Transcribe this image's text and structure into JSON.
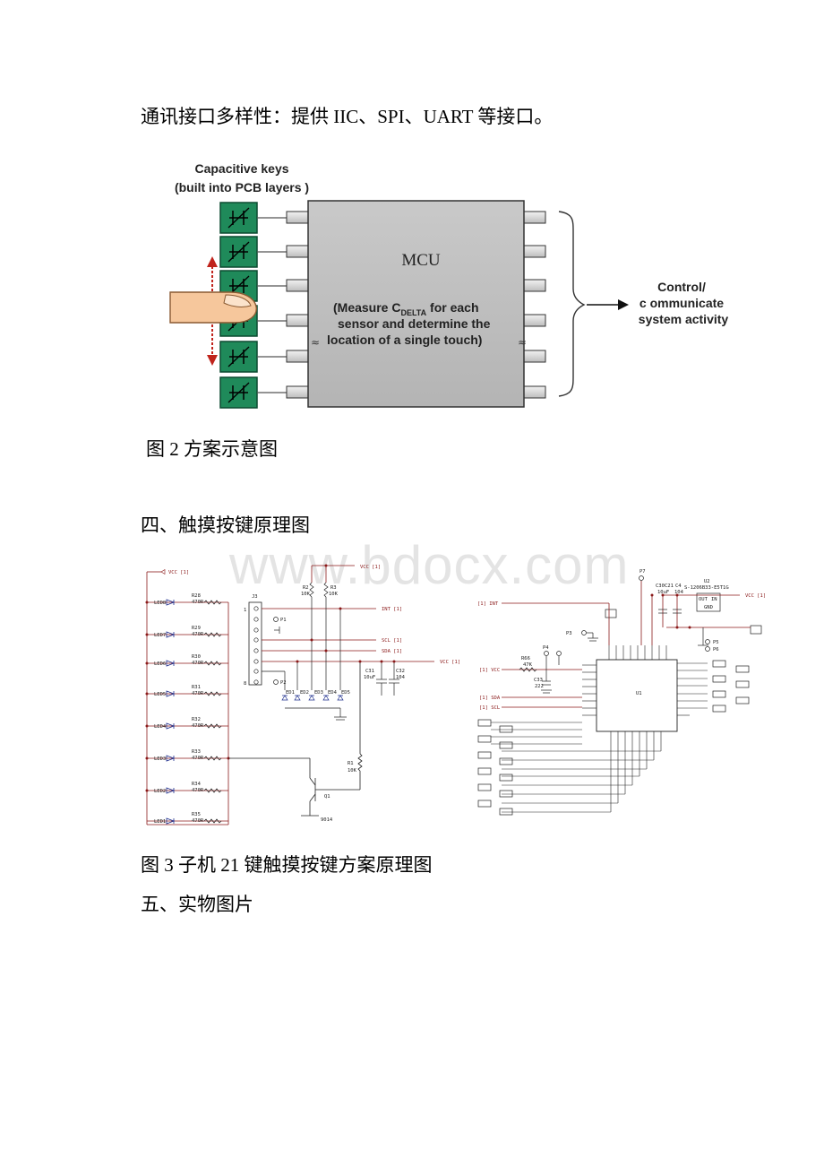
{
  "intro_line": "通讯接口多样性：提供 IIC、SPI、UART 等接口。",
  "figure2": {
    "caption": "图 2 方案示意图",
    "keys_title_line1": "Capacitive keys",
    "keys_title_line2": "(built into PCB layers )",
    "mcu_label": "MCU",
    "mcu_desc_line1_a": "(Measure C",
    "mcu_desc_sub": "DELTA",
    "mcu_desc_line1_b": " for each",
    "mcu_desc_line2": "sensor and determine the",
    "mcu_desc_line3": "location of a single touch)",
    "output_line1": "Control/",
    "output_line2": "c ommunicate",
    "output_line3": "system activity"
  },
  "section4_heading": "四、触摸按键原理图",
  "watermark": "www.bdocx.com",
  "schematic": {
    "vcc": "VCC [1]",
    "leds": [
      "LED8",
      "LED7",
      "LED6",
      "LED5",
      "LED4",
      "LED3",
      "LED2",
      "LED1"
    ],
    "resistors": [
      "R28",
      "R29",
      "R30",
      "R31",
      "R32",
      "R33",
      "R34",
      "R35"
    ],
    "res_value": "470R",
    "connector": "J3",
    "pin1": "1",
    "pin8": "8",
    "p1": "P1",
    "p2": "P2",
    "net_int": "INT [1]",
    "net_scl": "SCL [1]",
    "net_sda": "SDA [1]",
    "r2": "R2",
    "r2v": "10K",
    "r3": "R3",
    "r3v": "10K",
    "c31": "C31",
    "c31v": "10uF",
    "c32": "C32",
    "c32v": "104",
    "esds": [
      "ED1",
      "ED2",
      "ED3",
      "ED4",
      "ED5"
    ],
    "r1": "R1",
    "r1v": "10K",
    "q1": "Q1",
    "q1v": "9014",
    "u2": "U2",
    "u2v": "S-1206B33-E5T1G",
    "u2_out": "OUT",
    "u2_in": "IN",
    "u2_gnd": "GND",
    "c4": "C4",
    "c4v": "104",
    "c30": "C30",
    "c30v": "10uF",
    "c21": "C21",
    "p7": "P7",
    "p3": "P3",
    "p4": "P4",
    "p5": "P5",
    "p6": "P6",
    "r66": "R66",
    "r66v": "47K",
    "c33": "C33",
    "c33v": "222",
    "u1": "U1",
    "net_int_l": "[1] INT",
    "net_vcc_l": "[1] VCC",
    "net_sda_l": "[1] SDA",
    "net_scl_l": "[1] SCL"
  },
  "figure3_caption": "图 3 子机 21 键触摸按键方案原理图",
  "section5_heading": "五、实物图片"
}
